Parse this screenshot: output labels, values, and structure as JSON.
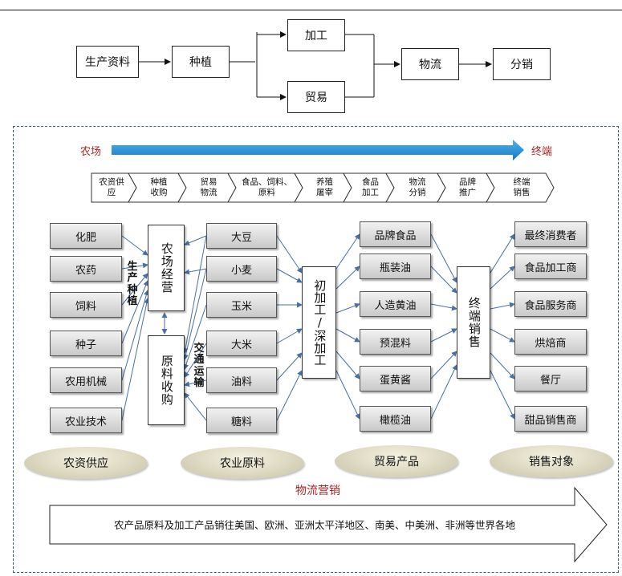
{
  "top_flow": {
    "production_materials": "生产资料",
    "planting": "种植",
    "processing": "加工",
    "trade": "贸易",
    "logistics": "物流",
    "distribution": "分销"
  },
  "arrow_labels": {
    "left": "农场",
    "right": "终端"
  },
  "chain_steps": [
    "农资供\n应",
    "种植\n收购",
    "贸易\n物流",
    "食品、饲料、\n原料",
    "养殖\n屠宰",
    "食品\n加工",
    "物流\n分销",
    "品牌\n推广",
    "终端\n销售"
  ],
  "agri_supply_items": [
    "化肥",
    "农药",
    "饲料",
    "种子",
    "农用机械",
    "农业技术"
  ],
  "farm_ops": "农场经营",
  "raw_purchase": "原料收购",
  "label_planting": "生产种植",
  "label_transport": "交通运输",
  "raw_materials": [
    "大豆",
    "小麦",
    "玉米",
    "大米",
    "油料",
    "糖料"
  ],
  "processing": "初加工/深加工",
  "trade_products": [
    "品牌食品",
    "瓶装油",
    "人造黄油",
    "预混料",
    "蛋黄酱",
    "橄榄油"
  ],
  "terminal_sales": "终端销售",
  "sales_targets": [
    "最终消费者",
    "食品加工商",
    "食品服务商",
    "烘焙商",
    "餐厅",
    "甜品销售商"
  ],
  "categories": [
    "农资供应",
    "农业原料",
    "贸易产品",
    "销售对象"
  ],
  "logistics_marketing": "物流营销",
  "bottom_note": "农产品原料及加工产品销往美国、欧洲、亚洲太平洋地区、南美、中美洲、非洲等世界各地",
  "colors": {
    "accent_blue": "#1e90d8",
    "label_red": "#b22222",
    "frame": "#3c5a7a",
    "connector": "#4a6fa5"
  }
}
